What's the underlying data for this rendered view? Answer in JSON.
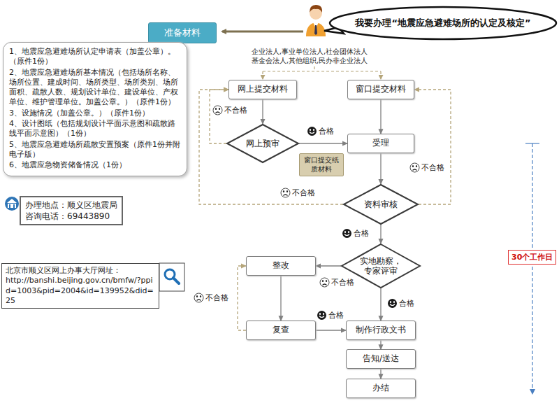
{
  "diagram": {
    "nodes": [
      {
        "text": [
          "我要办理“地震应急避难场所的认定及核定”"
        ]
      },
      {
        "text": [
          "准备材料"
        ]
      },
      {
        "text": [
          "1、地震应急避难场所认定申请表（加盖公章）。（原件1份）",
          "2、地震应急避难场所基本情况（包括场所名称、场所位置、建成时间、场所类型、场所类别、场所面积、疏散人数、规划设计单位、建设单位、产权单位、维护管理单位。加盖公章。）（原件1份）",
          "3、设施情况（加盖公章。）（原件1份）",
          "4、设计图纸（包括规划设计平面示意图和疏散路线平面示意图）（1份）",
          "5、地震应急避难场所疏散安置预案（原件1份并附电子版）",
          "6、地震应急物资储备情况（1份）"
        ]
      },
      {
        "text": [
          "网上提交材料"
        ]
      },
      {
        "text": [
          "窗口提交材料"
        ]
      },
      {
        "text": [
          "网上预审"
        ]
      },
      {
        "text": [
          "受理"
        ]
      },
      {
        "text": [
          "窗口提交纸质材料"
        ]
      },
      {
        "text": [
          "资料审核"
        ]
      },
      {
        "text": [
          "实地勘察，专家评审"
        ]
      },
      {
        "text": [
          "整改"
        ]
      },
      {
        "text": [
          "复查"
        ]
      },
      {
        "text": [
          "制作行政文书"
        ]
      },
      {
        "text": [
          "告知/送达"
        ]
      },
      {
        "text": [
          "办结"
        ]
      },
      {
        "text": [
          "办理地点：顺义区地震局",
          "咨询电话：69443890"
        ]
      },
      {
        "text": [
          "北京市顺义区网上办事大厅网址：",
          "http://banshi.beijing.gov.cn/bmfw/?ppid=1003&pid=2004&id=139952&did=25"
        ]
      },
      {
        "text": [
          "30个工作日"
        ]
      }
    ],
    "edges": [
      {
        "from": 3,
        "to": 5,
        "arrow": "to"
      },
      {
        "from": 5,
        "to": 3,
        "label": "不合格",
        "arrow": "to"
      },
      {
        "from": 5,
        "to": 6,
        "label": "合格",
        "arrow": "to"
      },
      {
        "from": 4,
        "to": 6,
        "arrow": "to"
      },
      {
        "from": 8,
        "to": 4,
        "label": "不合格",
        "arrow": "to"
      },
      {
        "from": 6,
        "to": 8,
        "arrow": "to"
      },
      {
        "from": 8,
        "to": 3,
        "label": "不合格",
        "arrow": "to"
      },
      {
        "from": 8,
        "to": 9,
        "label": "合格",
        "arrow": "to"
      },
      {
        "from": 9,
        "to": 10,
        "label": "不合格",
        "arrow": "to"
      },
      {
        "from": 10,
        "to": 11,
        "arrow": "to"
      },
      {
        "from": 11,
        "to": 10,
        "label": "不合格",
        "arrow": "to"
      },
      {
        "from": 11,
        "to": 12,
        "label": "合格",
        "arrow": "to"
      },
      {
        "from": 9,
        "to": 12,
        "label": "合格",
        "arrow": "to"
      },
      {
        "from": 12,
        "to": 13,
        "arrow": "to"
      },
      {
        "from": 13,
        "to": 14,
        "arrow": "to"
      }
    ],
    "labels": [
      "企业法人,事业单位法人,社会团体法人 基金会法人,其他组织,民办非企业法人"
    ]
  }
}
